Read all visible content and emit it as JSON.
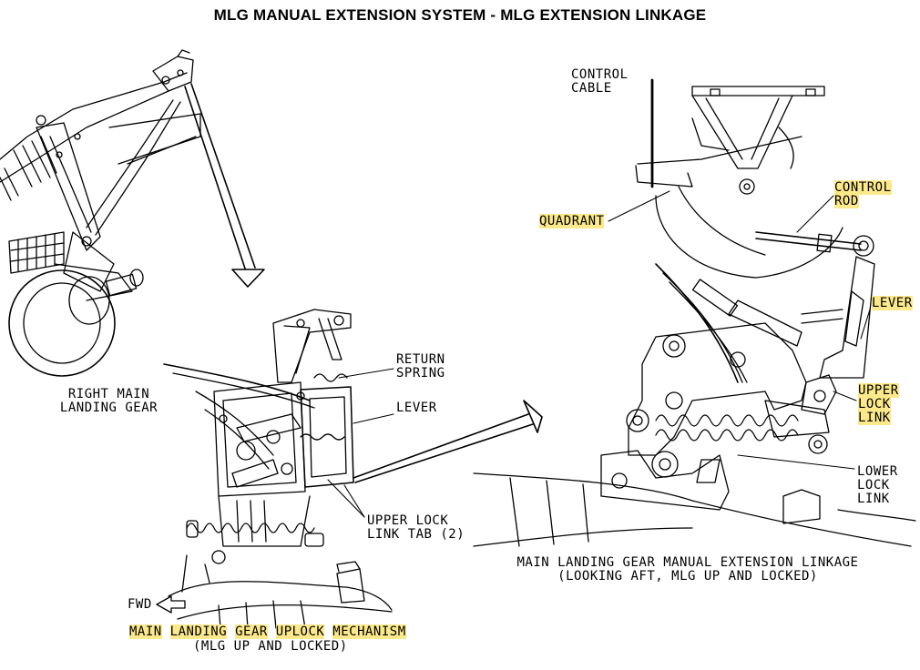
{
  "title": "MLG MANUAL EXTENSION SYSTEM - MLG EXTENSION LINKAGE",
  "labels": {
    "right_main_gear_1": "RIGHT MAIN",
    "right_main_gear_2": "LANDING GEAR",
    "return_spring_1": "RETURN",
    "return_spring_2": "SPRING",
    "lever_left": "LEVER",
    "upper_lock_tab_1": "UPPER LOCK",
    "upper_lock_tab_2": "LINK TAB (2)",
    "fwd": "FWD",
    "uplock_caption_words": [
      "MAIN",
      "LANDING",
      "GEAR",
      "UPLOCK",
      "MECHANISM"
    ],
    "uplock_caption_2": "(MLG UP AND LOCKED)",
    "control_cable_1": "CONTROL",
    "control_cable_2": "CABLE",
    "quadrant": "QUADRANT",
    "control_rod_1": "CONTROL",
    "control_rod_2": "ROD",
    "lever_right": "LEVER",
    "upper_lock_link_1": "UPPER",
    "upper_lock_link_2": "LOCK",
    "upper_lock_link_3": "LINK",
    "lower_lock_link_1": "LOWER",
    "lower_lock_link_2": "LOCK",
    "lower_lock_link_3": "LINK",
    "linkage_caption_1": "MAIN LANDING GEAR MANUAL EXTENSION LINKAGE",
    "linkage_caption_2": "(LOOKING AFT, MLG UP AND LOCKED)"
  },
  "colors": {
    "highlight": "#fce98c",
    "ink": "#000000"
  }
}
